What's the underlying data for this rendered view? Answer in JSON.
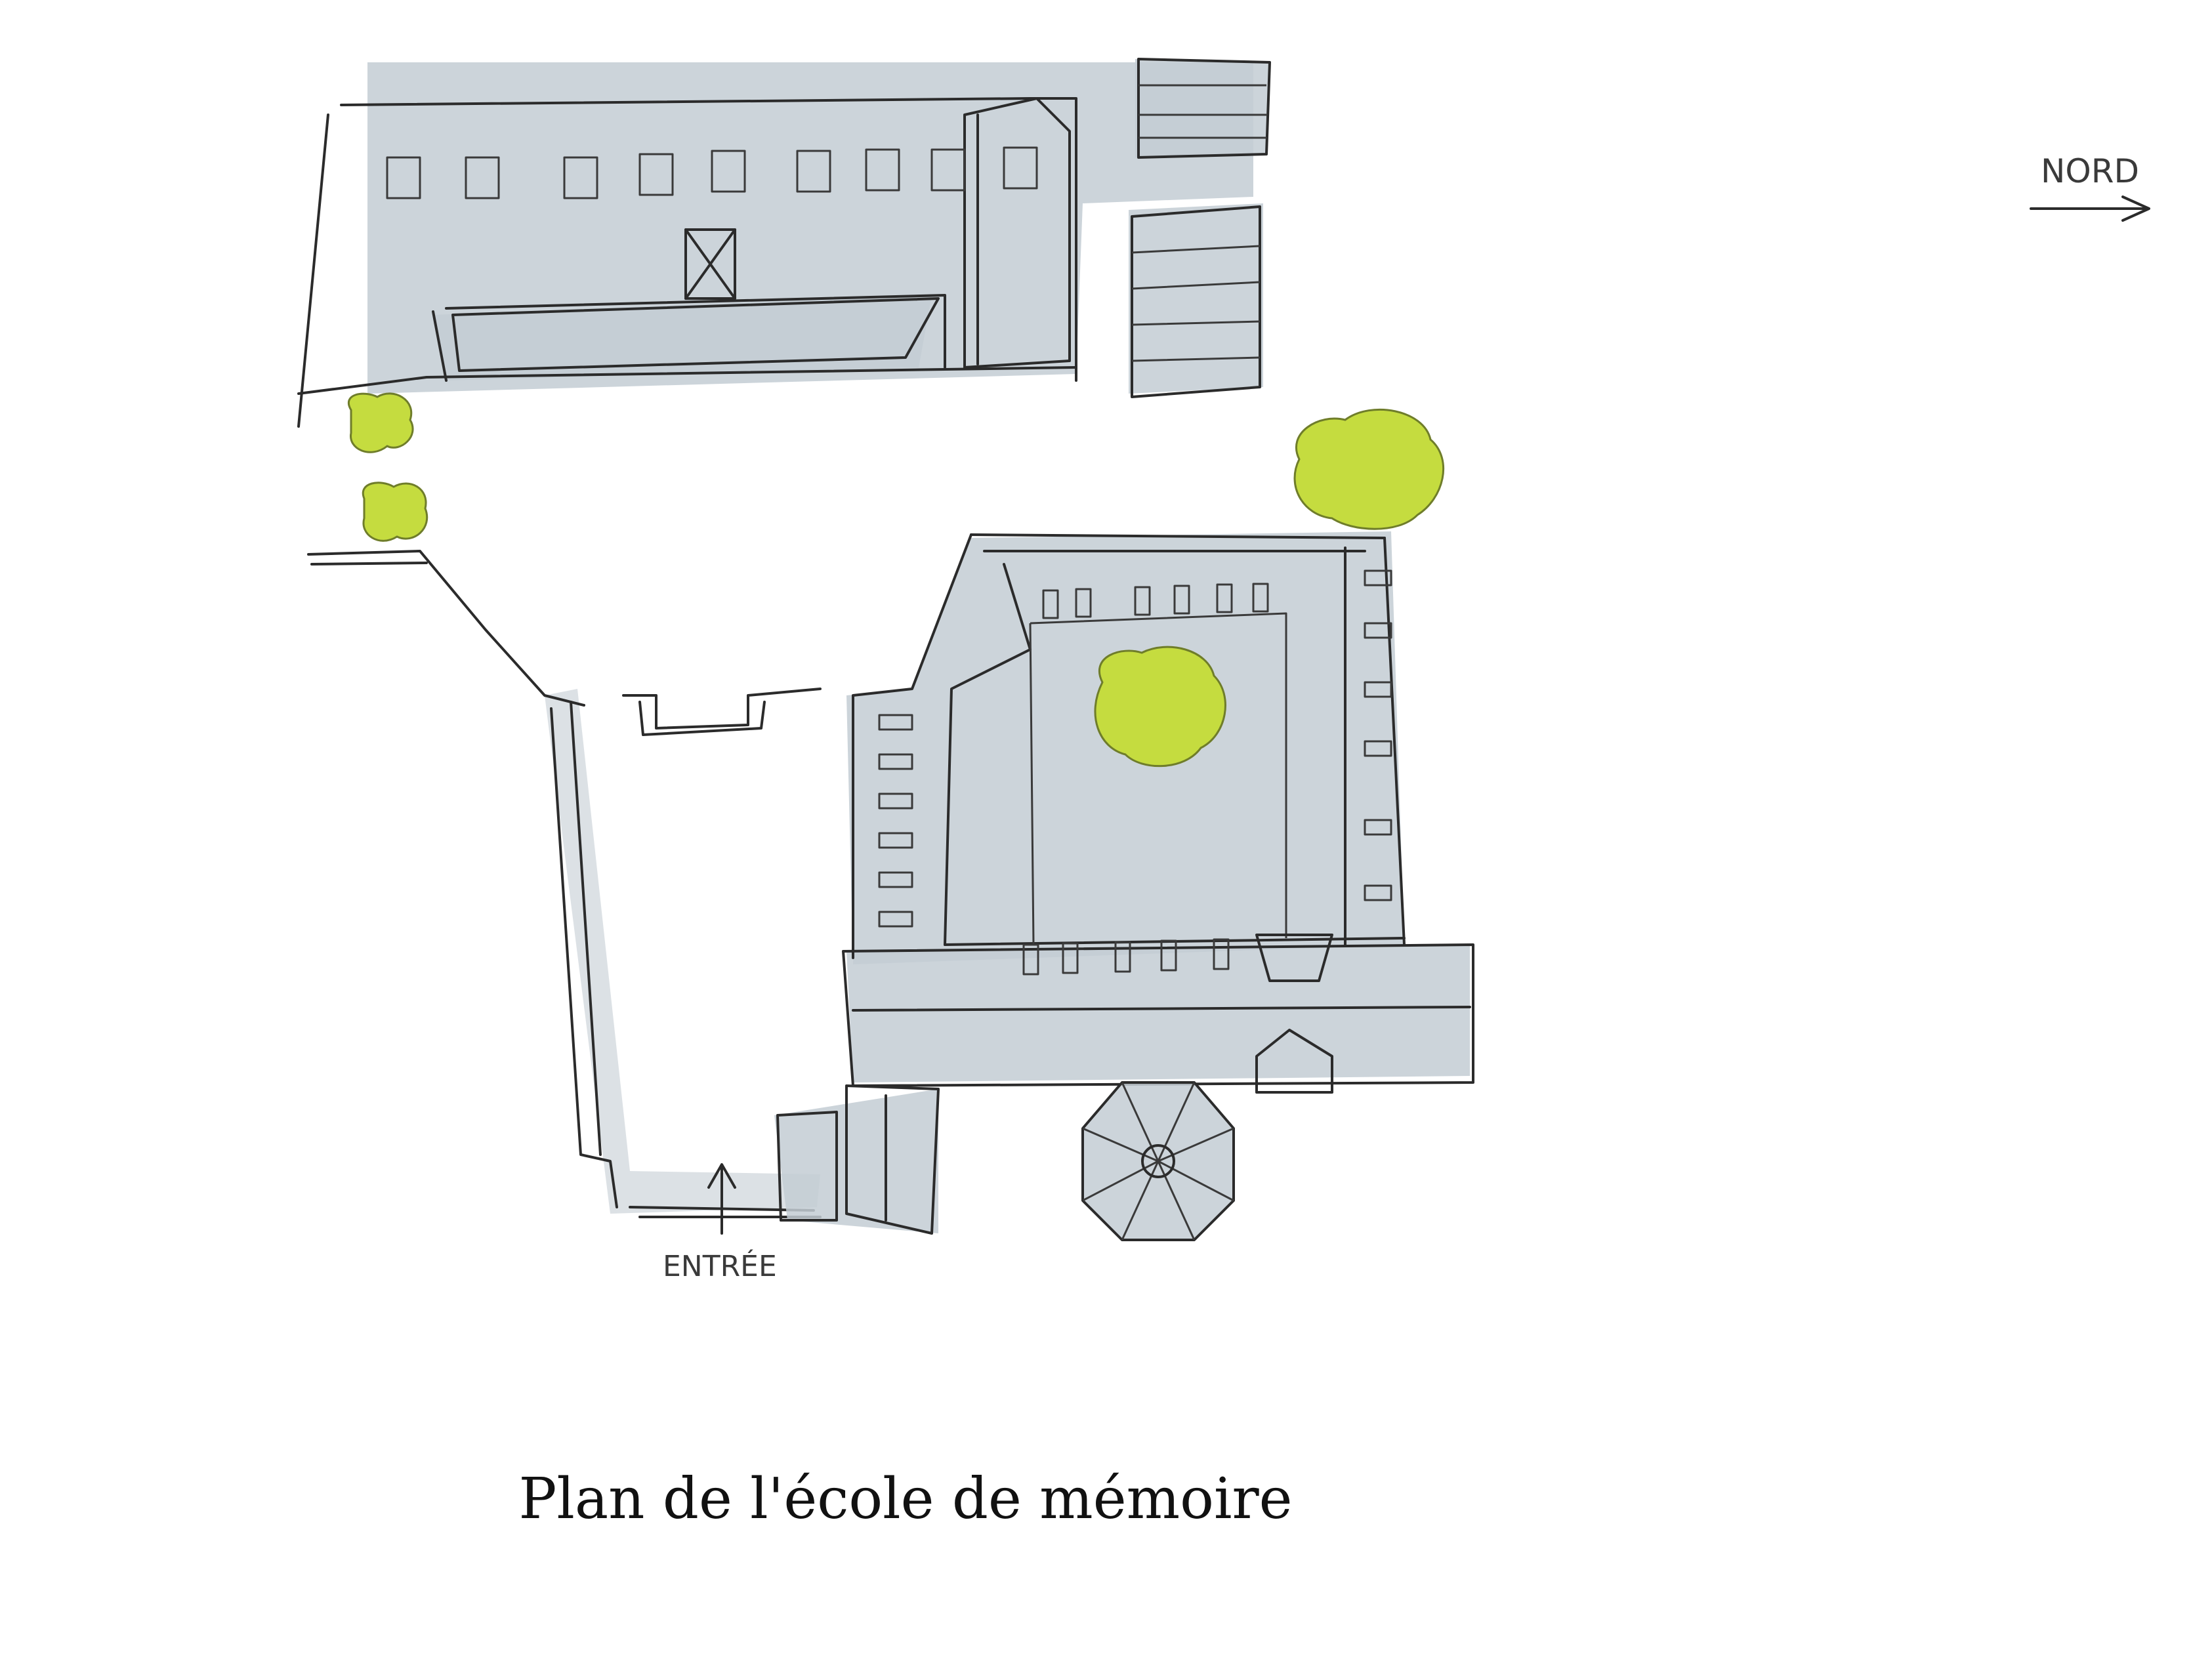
{
  "caption": "Plan de l'école de mémoire",
  "compass_label": "NORD",
  "entrance_label": "ENTRÉE",
  "colors": {
    "ink": "#2b2b2b",
    "wash": "#c3ccd3",
    "foliage": "#c5dc3f"
  },
  "icons": {
    "north_arrow": "arrow-right-icon",
    "entrance_arrow": "arrow-up-icon",
    "pavilion": "octagon-pavilion-icon"
  }
}
